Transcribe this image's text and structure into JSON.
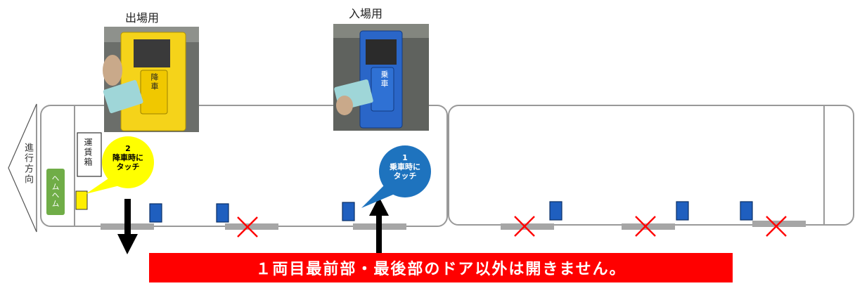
{
  "labels": {
    "exit_reader": "出場用",
    "entry_reader": "入場用",
    "direction": "進行方向",
    "fare_box": "運賃箱",
    "validator": "ヘムヘム",
    "exit_reader_panel": "降車",
    "entry_reader_panel": "乗車"
  },
  "callouts": {
    "exit": {
      "number": "2",
      "line1": "降車時に",
      "line2": "タッチ"
    },
    "entry": {
      "number": "1",
      "line1": "乗車時に",
      "line2": "タッチ"
    }
  },
  "notice": "１両目最前部・最後部のドア以外は開きません。",
  "colors": {
    "exit_bubble": "#ffff00",
    "entry_bubble": "#1e73be",
    "reader_exit": "#f5d31a",
    "reader_entry": "#2a66c8",
    "banner": "#ff0000",
    "closed_mark": "#ff0000",
    "validator_box": "#70ad47",
    "door_reader": "#1f5fbf"
  }
}
